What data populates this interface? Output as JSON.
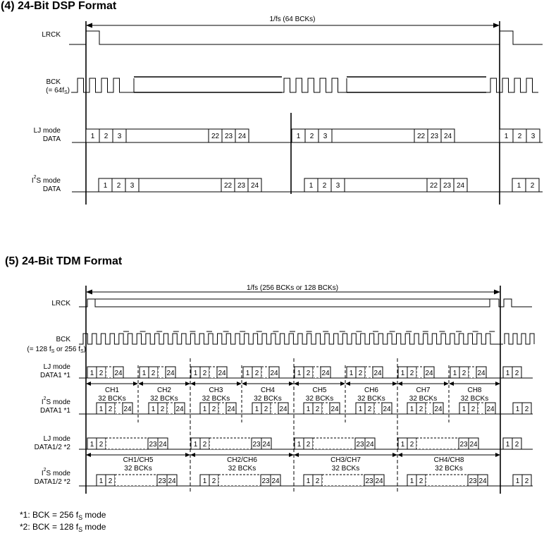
{
  "dsp": {
    "title": "(4) 24-Bit DSP Format",
    "period_label": "1/fs (64 BCKs)",
    "lrck_label": "LRCK",
    "bck_label": "BCK",
    "bck_sub": "(= 64f",
    "bck_sub_s": "S",
    "bck_sub_end": ")",
    "lj_label": [
      "LJ mode",
      "DATA"
    ],
    "i2s_label": [
      "I",
      "2",
      "S mode",
      "DATA"
    ],
    "bits": [
      "1",
      "2",
      "3",
      "22",
      "23",
      "24"
    ]
  },
  "tdm": {
    "title": "(5) 24-Bit TDM Format",
    "period_label": "1/fs (256 BCKs or 128 BCKs)",
    "lrck_label": "LRCK",
    "bck_label": "BCK",
    "bck_sub_a": "(= 128 f",
    "bck_sub_b": " or 256 f",
    "bck_sub_s": "S",
    "bck_sub_end": ")",
    "lj1_label": [
      "LJ mode",
      "DATA1 *1"
    ],
    "i2s1_label": [
      "I",
      "2",
      "S mode",
      "DATA1 *1"
    ],
    "lj12_label": [
      "LJ mode",
      "DATA1/2 *2"
    ],
    "i2s12_label": [
      "I",
      "2",
      "S mode",
      "DATA1/2 *2"
    ],
    "ch8": [
      {
        "name": "CH1",
        "bcks": "32 BCKs"
      },
      {
        "name": "CH2",
        "bcks": "32 BCKs"
      },
      {
        "name": "CH3",
        "bcks": "32 BCKs"
      },
      {
        "name": "CH4",
        "bcks": "32 BCKs"
      },
      {
        "name": "CH5",
        "bcks": "32 BCKs"
      },
      {
        "name": "CH6",
        "bcks": "32 BCKs"
      },
      {
        "name": "CH7",
        "bcks": "32 BCKs"
      },
      {
        "name": "CH8",
        "bcks": "32 BCKs"
      }
    ],
    "ch4": [
      {
        "name": "CH1/CH5",
        "bcks": "32 BCKs"
      },
      {
        "name": "CH2/CH6",
        "bcks": "32 BCKs"
      },
      {
        "name": "CH3/CH7",
        "bcks": "32 BCKs"
      },
      {
        "name": "CH4/CH8",
        "bcks": "32 BCKs"
      }
    ],
    "bits_short": [
      "1",
      "2",
      "24"
    ],
    "bits_long": [
      "1",
      "2",
      "23",
      "24"
    ]
  },
  "notes": [
    {
      "pre": "*1: BCK = 256 f",
      "sub": "S",
      "post": " mode"
    },
    {
      "pre": "*2: BCK = 128 f",
      "sub": "S",
      "post": " mode"
    }
  ]
}
